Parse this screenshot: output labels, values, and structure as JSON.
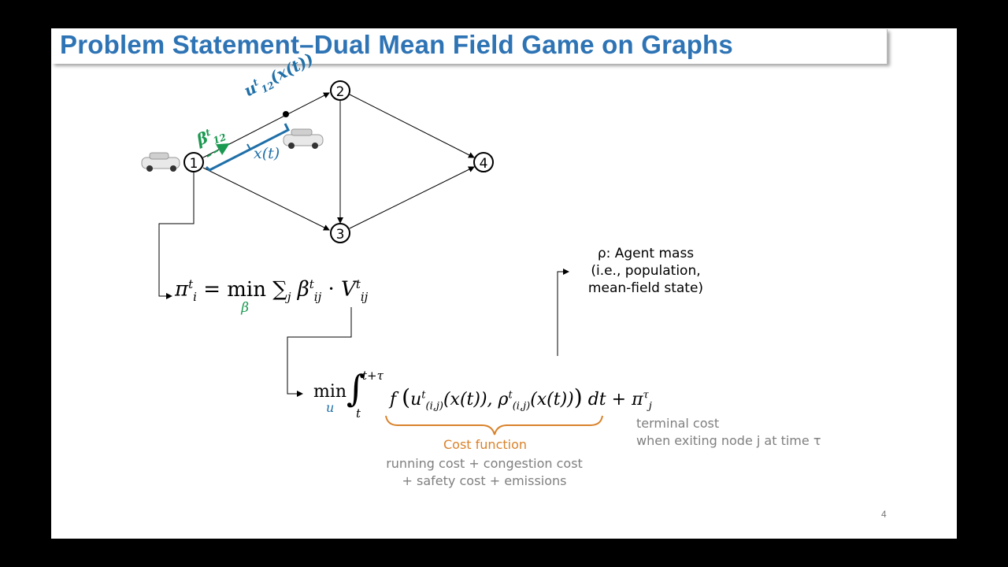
{
  "slide": {
    "title": "Problem Statement–Dual Mean Field Game on Graphs",
    "page_number": "4"
  },
  "graph": {
    "nodes": [
      "1",
      "2",
      "3",
      "4"
    ],
    "edges": [
      [
        "1",
        "2"
      ],
      [
        "1",
        "3"
      ],
      [
        "2",
        "3"
      ],
      [
        "2",
        "4"
      ],
      [
        "3",
        "4"
      ]
    ],
    "labels": {
      "control": "uᵗ₁₂(x(t))",
      "control_base": "u",
      "control_sup": "t",
      "control_sub": "12",
      "control_arg": "(x(t))",
      "split_base": "β",
      "split_sup": "t",
      "split_sub": "12",
      "position": "x(t)"
    }
  },
  "equations": {
    "value": {
      "lhs_base": "π",
      "lhs_sup": "t",
      "lhs_sub": "i",
      "eq": "=",
      "min": "min",
      "min_var": "β",
      "sum": "∑",
      "sum_sub": "j",
      "beta": "β",
      "beta_sup": "t",
      "beta_sub": "ij",
      "dot": "·",
      "V": "V",
      "V_sup": "t",
      "V_sub": "ij"
    },
    "optimal_control": {
      "min": "min",
      "min_var": "u",
      "integral": "∫",
      "upper": "t+τ",
      "lower": "t",
      "body_f": "f",
      "u": "u",
      "u_sup": "t",
      "u_sub": "(i,j)",
      "u_arg": "(x(t)),",
      "rho": "ρ",
      "rho_sup": "t",
      "rho_sub": "(i,j)",
      "rho_arg": "(x(t))",
      "close": ")",
      "open": "(",
      "dt": "dt +",
      "pi": "π",
      "pi_sup": "τ",
      "pi_sub": "j"
    }
  },
  "annotations": {
    "agent_mass": [
      "ρ: Agent mass",
      "(i.e., population,",
      "mean-field state)"
    ],
    "cost_function_title": "Cost function",
    "cost_function_desc": [
      "running cost + congestion cost",
      "+ safety cost + emissions"
    ],
    "terminal_cost": [
      "terminal cost",
      "when exiting node j at time τ"
    ]
  },
  "colors": {
    "title": "#2E74B5",
    "control_blue": "#1F6FA8",
    "beta_green": "#1A9950",
    "cost_orange": "#D9822B",
    "gray_text": "#7F7F7F"
  }
}
